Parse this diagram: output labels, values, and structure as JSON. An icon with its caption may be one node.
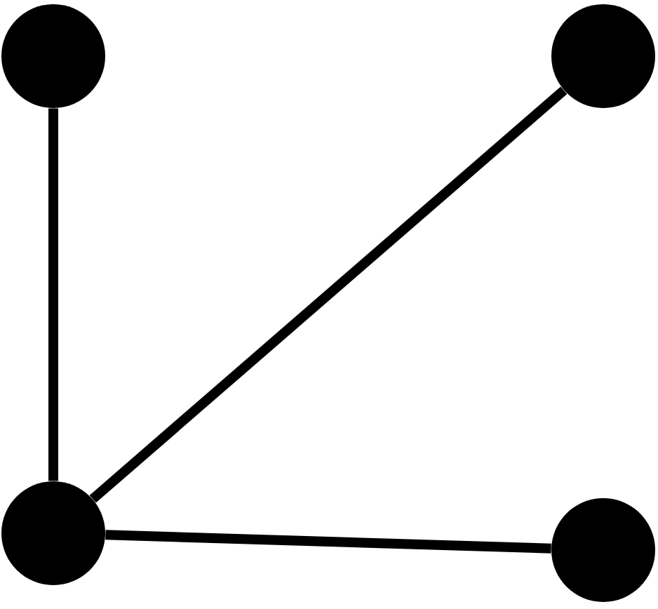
{
  "diagram": {
    "nodes": [
      {
        "text": [],
        "shape": "circle"
      },
      {
        "text": [],
        "shape": "circle"
      },
      {
        "text": [],
        "shape": "circle"
      },
      {
        "text": [],
        "shape": "circle"
      }
    ],
    "edges": [
      {
        "from": 0,
        "to": 2,
        "arrow": "none"
      },
      {
        "from": 1,
        "to": 2,
        "arrow": "none"
      },
      {
        "from": 2,
        "to": 3,
        "arrow": "none"
      }
    ]
  }
}
